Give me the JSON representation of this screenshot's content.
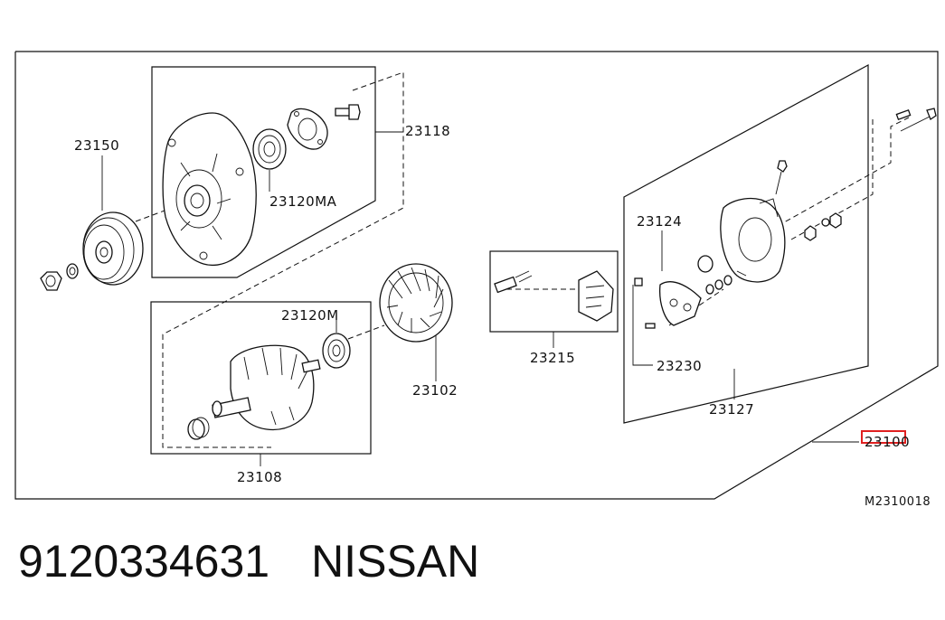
{
  "callouts": {
    "p23150": "23150",
    "p23118": "23118",
    "p23120MA": "23120MA",
    "p23120M": "23120M",
    "p23102": "23102",
    "p23108": "23108",
    "p23215": "23215",
    "p23124": "23124",
    "p23230": "23230",
    "p23127": "23127",
    "p23100": "23100"
  },
  "highlight": {
    "target": "23100",
    "color": "#e02020"
  },
  "diagram_ref": "M2310018",
  "caption": {
    "part_number": "9120334631",
    "brand": "NISSAN"
  },
  "icons": [
    "pulley-icon",
    "nut-icon",
    "washer-icon",
    "front-housing-icon",
    "bearing-icon",
    "gasket-icon",
    "bolt-icon",
    "rotor-icon",
    "stator-icon",
    "brush-holder-icon",
    "diode-plate-icon",
    "rear-cover-icon"
  ]
}
